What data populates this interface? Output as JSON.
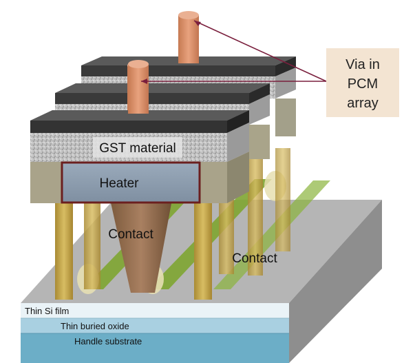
{
  "labels": {
    "via_callout": [
      "Via in",
      "PCM",
      "array"
    ],
    "gst_material": "GST material",
    "heater": "Heater",
    "contact_center": "Contact",
    "contact_right": "Contact",
    "thin_si_film": "Thin Si film",
    "thin_buried_oxide": "Thin buried oxide",
    "handle_substrate": "Handle substrate"
  },
  "colors": {
    "via": "#d9906a",
    "cap": "#3a3a3a",
    "gst": "#bdbdbd",
    "heater": "#8f9fb0",
    "contact_pillar": "#c7a84a",
    "substrate_top": "#b9b9b9",
    "si_film": "#e9f2f6",
    "buried_oxide": "#a9cfe0",
    "handle_substrate": "#6fb0c8",
    "callout_line": "#7a1f3d",
    "callout_box": "#f3e4d2"
  }
}
